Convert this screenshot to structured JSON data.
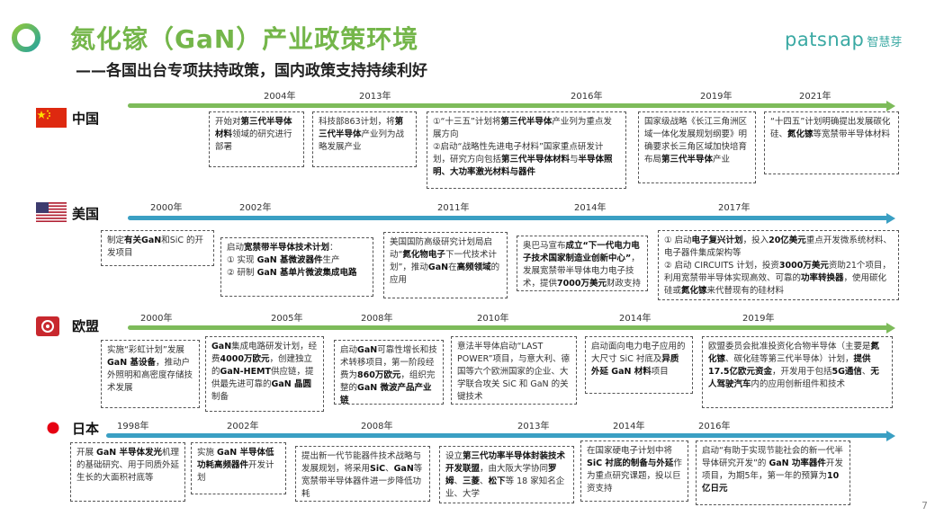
{
  "header": {
    "title": "氮化镓（GaN）产业政策环境",
    "subtitle": "——各国出台专项扶持政策，国内政策支持持续利好",
    "brand_en": "patsnap",
    "brand_cn": "智慧芽"
  },
  "colors": {
    "title": "#74b64a",
    "green_axis": "#7dbb5a",
    "blue_axis": "#3a9fc3",
    "brand": "#3aa9a3"
  },
  "page_number": "7",
  "countries": {
    "china": {
      "name": "中国",
      "years": [
        "2004年",
        "2013年",
        "2016年",
        "2019年",
        "2021年"
      ],
      "boxes": [
        {
          "parts": [
            {
              "t": "开始对"
            },
            {
              "t": "第三代半导体材料",
              "b": true
            },
            {
              "t": "领域的研究进行部署"
            }
          ]
        },
        {
          "parts": [
            {
              "t": "科技部863计划，将"
            },
            {
              "t": "第三代半导体",
              "b": true
            },
            {
              "t": "产业列为战略发展产业"
            }
          ]
        },
        {
          "parts": [
            {
              "t": "①“十三五”计划将"
            },
            {
              "t": "第三代半导体",
              "b": true
            },
            {
              "t": "产业列为重点发展方向\n②启动“战略性先进电子材料”国家重点研发计划，研究方向包括"
            },
            {
              "t": "第三代半导体材料",
              "b": true
            },
            {
              "t": "与"
            },
            {
              "t": "半导体照明、大功率激光材料与器件",
              "b": true
            }
          ]
        },
        {
          "parts": [
            {
              "t": "国家级战略《长江三角洲区域一体化发展规划纲要》明确要求长三角区域加快培育布局"
            },
            {
              "t": "第三代半导体",
              "b": true
            },
            {
              "t": "产业"
            }
          ]
        },
        {
          "parts": [
            {
              "t": "“十四五”计划明确提出发展碳化硅、"
            },
            {
              "t": "氮化镓",
              "b": true
            },
            {
              "t": "等宽禁带半导体材料"
            }
          ]
        }
      ]
    },
    "usa": {
      "name": "美国",
      "years": [
        "2000年",
        "2002年",
        "2011年",
        "2014年",
        "2017年"
      ],
      "boxes": [
        {
          "parts": [
            {
              "t": "制定"
            },
            {
              "t": "有关GaN",
              "b": true
            },
            {
              "t": "和SiC 的开发项目"
            }
          ]
        },
        {
          "parts": [
            {
              "t": "启动"
            },
            {
              "t": "宽禁带半导体技术计划",
              "b": true
            },
            {
              "t": "：\n① 实现 "
            },
            {
              "t": "GaN 基微波器件",
              "b": true
            },
            {
              "t": "生产\n② 研制 "
            },
            {
              "t": "GaN 基单片微波集成电路",
              "b": true
            }
          ]
        },
        {
          "parts": [
            {
              "t": "美国国防高级研究计划局启动“"
            },
            {
              "t": "氮化物电子",
              "b": true
            },
            {
              "t": "下一代技术计划”，推动"
            },
            {
              "t": "GaN",
              "b": true
            },
            {
              "t": "在"
            },
            {
              "t": "高频领域",
              "b": true
            },
            {
              "t": "的应用"
            }
          ]
        },
        {
          "parts": [
            {
              "t": "奥巴马宣布"
            },
            {
              "t": "成立“下一代电力电子技术国家制造业创新中心”",
              "b": true
            },
            {
              "t": "，发展宽禁带半导体电力电子技术，提供"
            },
            {
              "t": "7000万美元",
              "b": true
            },
            {
              "t": "财政支持"
            }
          ]
        },
        {
          "parts": [
            {
              "t": "① 启动"
            },
            {
              "t": "电子复兴计划",
              "b": true
            },
            {
              "t": "，投入"
            },
            {
              "t": "20亿美元",
              "b": true
            },
            {
              "t": "重点开发微系统材料、电子器件集成架构等\n② 启动 CIRCUITS 计划，投资"
            },
            {
              "t": "3000万美元",
              "b": true
            },
            {
              "t": "资助21个项目，利用宽禁带半导体实现高效、可靠的"
            },
            {
              "t": "功率转换器",
              "b": true
            },
            {
              "t": "，使用碳化硅或"
            },
            {
              "t": "氮化镓",
              "b": true
            },
            {
              "t": "来代替现有的硅材料"
            }
          ]
        }
      ]
    },
    "europe": {
      "name": "欧盟",
      "years": [
        "2000年",
        "2005年",
        "2008年",
        "2010年",
        "2014年",
        "2019年"
      ],
      "boxes": [
        {
          "parts": [
            {
              "t": "实施“彩虹计划”发展"
            },
            {
              "t": "GaN 基设备",
              "b": true
            },
            {
              "t": "，推动户外照明和高密度存储技术发展"
            }
          ]
        },
        {
          "parts": [
            {
              "t": "GaN",
              "b": true
            },
            {
              "t": "集成电路研发计划，经费"
            },
            {
              "t": "4000万欧元",
              "b": true
            },
            {
              "t": "，创建独立的"
            },
            {
              "t": "GaN-HEMT",
              "b": true
            },
            {
              "t": "供应链，提供最先进可靠的"
            },
            {
              "t": "GaN 晶圆",
              "b": true
            },
            {
              "t": "制备"
            }
          ]
        },
        {
          "parts": [
            {
              "t": "启动"
            },
            {
              "t": "GaN",
              "b": true
            },
            {
              "t": "可靠性增长和技术转移项目，第一阶段经费为"
            },
            {
              "t": "860万欧元",
              "b": true
            },
            {
              "t": "，组织完整的"
            },
            {
              "t": "GaN 微波产品产业链",
              "b": true
            }
          ]
        },
        {
          "parts": [
            {
              "t": "意法半导体启动“LAST POWER”项目，与意大利、德国等六个欧洲国家的企业、大学联合攻关 SiC 和 GaN 的关键技术"
            }
          ]
        },
        {
          "parts": [
            {
              "t": "启动面向电力电子应用的大尺寸 SiC 衬底及"
            },
            {
              "t": "异质外延 GaN 材料",
              "b": true
            },
            {
              "t": "项目"
            }
          ]
        },
        {
          "parts": [
            {
              "t": "欧盟委员会批准投资化合物半导体（主要是"
            },
            {
              "t": "氮化镓",
              "b": true
            },
            {
              "t": "、碳化硅等第三代半导体）计划，"
            },
            {
              "t": "提供17.5亿欧元资金",
              "b": true
            },
            {
              "t": "，开发用于包括"
            },
            {
              "t": "5G通信",
              "b": true
            },
            {
              "t": "、"
            },
            {
              "t": "无人驾驶汽车",
              "b": true
            },
            {
              "t": "内的应用创新组件和技术"
            }
          ]
        }
      ]
    },
    "japan": {
      "name": "日本",
      "years": [
        "1998年",
        "2002年",
        "2008年",
        "2013年",
        "2014年",
        "2016年"
      ],
      "boxes": [
        {
          "parts": [
            {
              "t": "开展 "
            },
            {
              "t": "GaN 半导体发光",
              "b": true
            },
            {
              "t": "机理的基础研究、用于同质外延生长的大面积衬底等"
            }
          ]
        },
        {
          "parts": [
            {
              "t": "实施 "
            },
            {
              "t": "GaN 半导体低功耗高频器件",
              "b": true
            },
            {
              "t": "开发计划"
            }
          ]
        },
        {
          "parts": [
            {
              "t": "提出新一代节能器件技术战略与发展规划，将采用"
            },
            {
              "t": "SiC",
              "b": true
            },
            {
              "t": "、"
            },
            {
              "t": "GaN",
              "b": true
            },
            {
              "t": "等宽禁带半导体器件进一步降低功耗"
            }
          ]
        },
        {
          "parts": [
            {
              "t": "设立"
            },
            {
              "t": "第三代功率半导体封装技术开发联盟",
              "b": true
            },
            {
              "t": "，由大阪大学协同"
            },
            {
              "t": "罗姆",
              "b": true
            },
            {
              "t": "、"
            },
            {
              "t": "三菱",
              "b": true
            },
            {
              "t": "、"
            },
            {
              "t": "松下",
              "b": true
            },
            {
              "t": "等 18 家知名企业、大学"
            }
          ]
        },
        {
          "parts": [
            {
              "t": "在国家硬电子计划中将"
            },
            {
              "t": "SiC 衬底的制备与外延",
              "b": true
            },
            {
              "t": "作为重点研究课题，投以巨资支持"
            }
          ]
        },
        {
          "parts": [
            {
              "t": "启动“有助于实现节能社会的新一代半导体研究开发”的 "
            },
            {
              "t": "GaN 功率器件",
              "b": true
            },
            {
              "t": "开发项目，为期5年，第一年的预算为"
            },
            {
              "t": "10亿日元",
              "b": true
            }
          ]
        }
      ]
    }
  }
}
